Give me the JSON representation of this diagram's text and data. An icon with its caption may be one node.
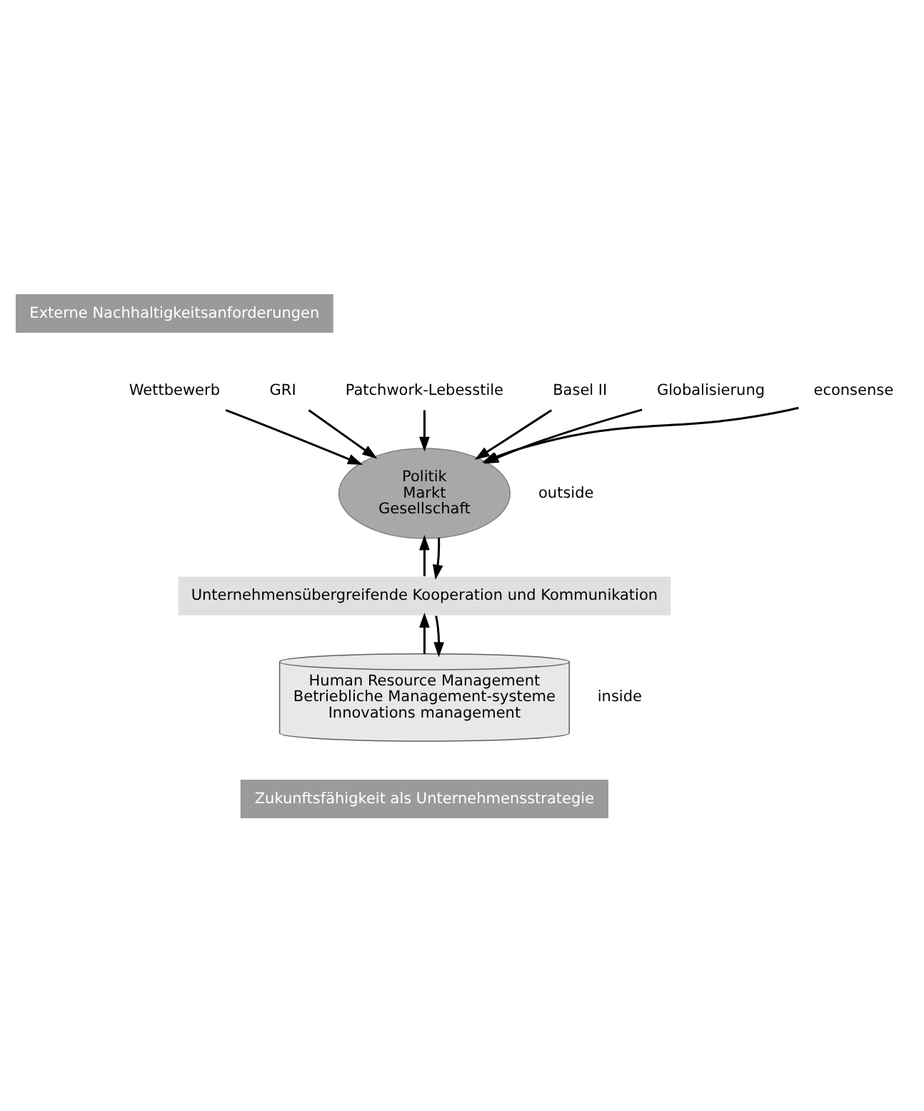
{
  "diagram": {
    "nodes": [
      {
        "text": [
          "Externe Nachhaltigkeitsanforderungen"
        ]
      },
      {
        "text": [
          "GRI"
        ]
      },
      {
        "text": [
          "Patchwork-Lebesstile"
        ]
      },
      {
        "text": [
          "Basel II"
        ]
      },
      {
        "text": [
          "Wettbewerb"
        ]
      },
      {
        "text": [
          "Globalisierung"
        ]
      },
      {
        "text": [
          "econsense"
        ]
      },
      {
        "text": [
          "Politik",
          "Markt",
          "Gesellschaft"
        ]
      },
      {
        "text": [
          "Unternehmensübergreifende Kooperation und Kommunikation"
        ]
      },
      {
        "text": [
          "Human Resource Management",
          "Betriebliche Management-systeme",
          "Innovations management"
        ]
      },
      {
        "text": [
          "Zukunftsfähigkeit als Unternehmensstrategie"
        ]
      }
    ],
    "edges": [
      {
        "from": 1,
        "to": 7,
        "arrow": "to"
      },
      {
        "from": 2,
        "to": 7,
        "arrow": "to"
      },
      {
        "from": 3,
        "to": 7,
        "arrow": "to"
      },
      {
        "from": 4,
        "to": 7,
        "arrow": "to"
      },
      {
        "from": 5,
        "to": 7,
        "arrow": "to"
      },
      {
        "from": 6,
        "to": 7,
        "arrow": "to"
      },
      {
        "from": 8,
        "to": 7,
        "arrow": "to"
      },
      {
        "from": 7,
        "to": 8,
        "arrow": "to"
      },
      {
        "from": 9,
        "to": 8,
        "arrow": "to"
      },
      {
        "from": 8,
        "to": 9,
        "arrow": "to"
      }
    ],
    "labels": [
      "outside",
      "inside"
    ]
  }
}
